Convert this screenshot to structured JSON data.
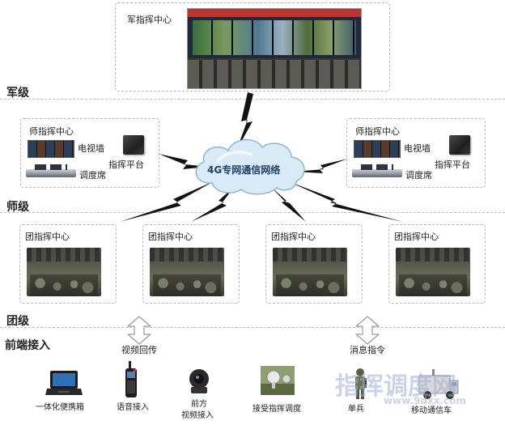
{
  "tiers": {
    "army": "军级",
    "division": "师级",
    "regiment": "团级",
    "frontend": "前端接入"
  },
  "army_center": {
    "title": "军指挥中心"
  },
  "network": {
    "label": "4G专网通信网络"
  },
  "division_centers": [
    {
      "title": "师指挥中心",
      "tv_wall": "电视墙",
      "platform": "指挥平台",
      "console": "调度席"
    },
    {
      "title": "师指挥中心",
      "tv_wall": "电视墙",
      "platform": "指挥平台",
      "console": "调度席"
    }
  ],
  "regiment_centers": [
    {
      "title": "团指挥中心"
    },
    {
      "title": "团指挥中心"
    },
    {
      "title": "团指挥中心"
    },
    {
      "title": "团指挥中心"
    }
  ],
  "flows": {
    "video_back": "视频回传",
    "message_cmd": "消息指令"
  },
  "devices": [
    {
      "label": "一体化便携箱",
      "icon": "rugged-laptop-icon"
    },
    {
      "label": "语音接入",
      "icon": "radio-handset-icon"
    },
    {
      "label": "前方",
      "label2": "视频接入",
      "icon": "ptz-camera-icon"
    },
    {
      "label": "接受指挥调度",
      "icon": "radar-station-icon"
    },
    {
      "label": "单兵",
      "icon": "soldier-icon"
    },
    {
      "label": "移动通信车",
      "icon": "comm-vehicle-icon"
    }
  ],
  "watermark": {
    "text": "指挥调度网",
    "url": "www.9dxx.com"
  },
  "colors": {
    "lightning": "#111111",
    "cloud_fill": "#d9ebf7",
    "cloud_stroke": "#8fb5d3",
    "arrow_stroke": "#9a9a9a"
  }
}
